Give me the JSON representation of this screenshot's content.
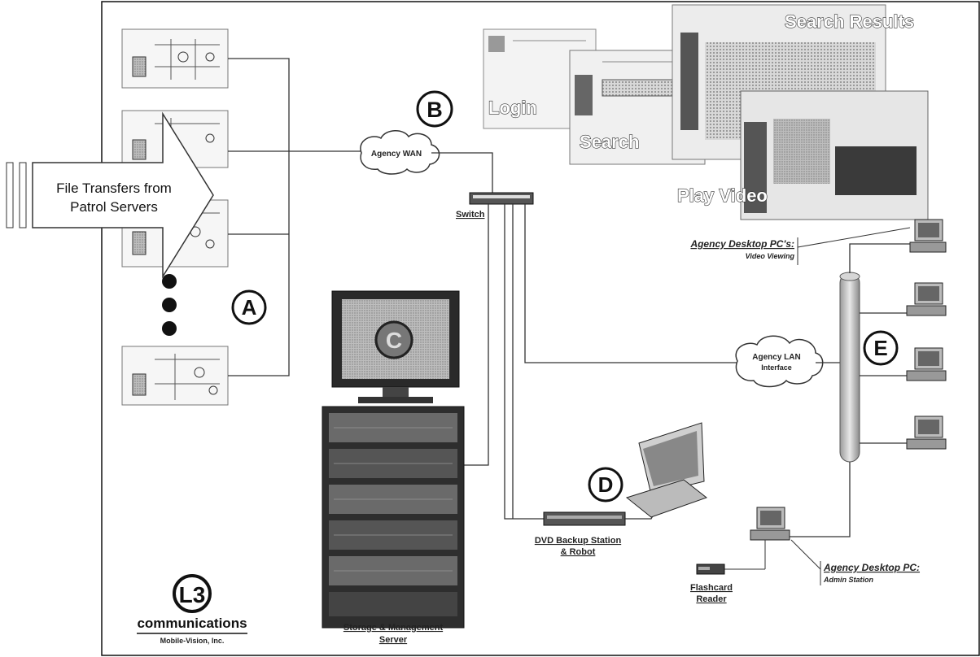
{
  "arrow": {
    "line1": "File Transfers from",
    "line2": "Patrol Servers"
  },
  "markers": {
    "a": "A",
    "b": "B",
    "c": "C",
    "d": "D",
    "e": "E"
  },
  "clouds": {
    "wan": "Agency WAN",
    "lan_line1": "Agency LAN",
    "lan_line2": "Interface"
  },
  "switch_label": "Switch",
  "screens": {
    "login": "Login",
    "search": "Search",
    "results": "Search Results",
    "play": "Play Video"
  },
  "desktop_pcs": {
    "title": "Agency Desktop PC's:",
    "subtitle": "Video Viewing"
  },
  "admin_pc": {
    "title": "Agency Desktop PC:",
    "subtitle": "Admin Station"
  },
  "storage": {
    "line1": "Storage & Management",
    "line2": "Server"
  },
  "dvd": {
    "line1": "DVD Backup Station",
    "line2": "& Robot"
  },
  "flashcard": {
    "line1": "Flashcard",
    "line2": "Reader"
  },
  "logo": {
    "mark": "L3",
    "name": "communications",
    "sub": "Mobile-Vision, Inc."
  }
}
